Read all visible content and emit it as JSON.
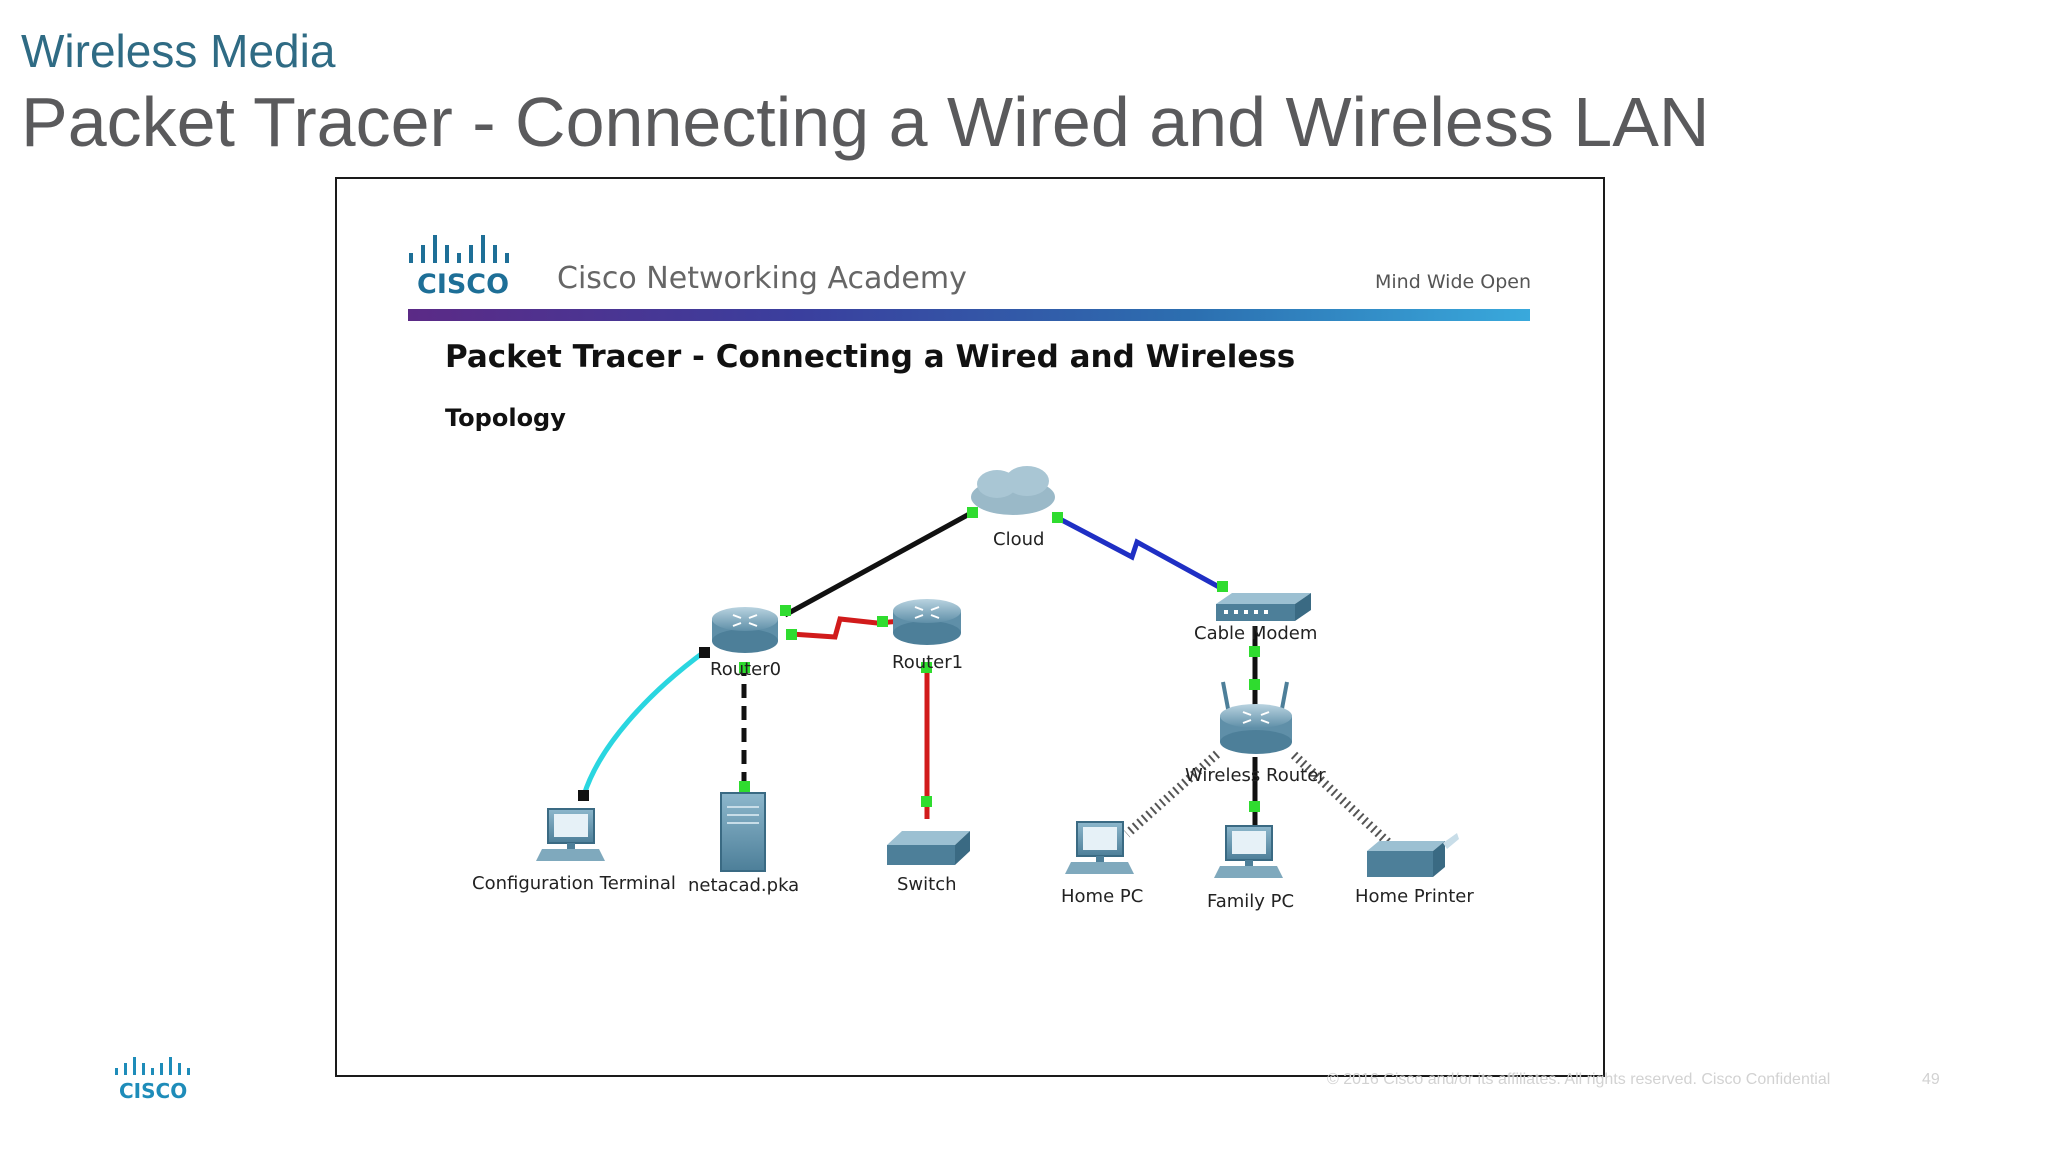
{
  "slide": {
    "section": "Wireless Media",
    "title": "Packet Tracer - Connecting a Wired and Wireless LAN",
    "footer": "© 2016  Cisco and/or its affiliates. All rights reserved.   Cisco Confidential",
    "page_number": "49"
  },
  "document": {
    "logo_word": "CISCO",
    "academy": "Cisco Networking Academy",
    "tagline": "Mind Wide Open",
    "heading": "Packet Tracer - Connecting a Wired and Wireless",
    "subheading": "Topology"
  },
  "topology": {
    "nodes": {
      "cloud": "Cloud",
      "router0": "Router0",
      "router1": "Router1",
      "cable_modem": "Cable Modem",
      "wireless_router": "Wireless Router",
      "config_terminal": "Configuration Terminal",
      "server": "netacad.pka",
      "switch": "Switch",
      "home_pc": "Home PC",
      "family_pc": "Family PC",
      "home_printer": "Home Printer"
    },
    "link_colors": {
      "copper_straight": "#111111",
      "serial": "#d11b1b",
      "coaxial": "#1f2fc4",
      "console": "#2ad6e0",
      "wireless": "#555555",
      "link_up": "#2fdc2f"
    }
  },
  "footer_logo_word": "CISCO"
}
